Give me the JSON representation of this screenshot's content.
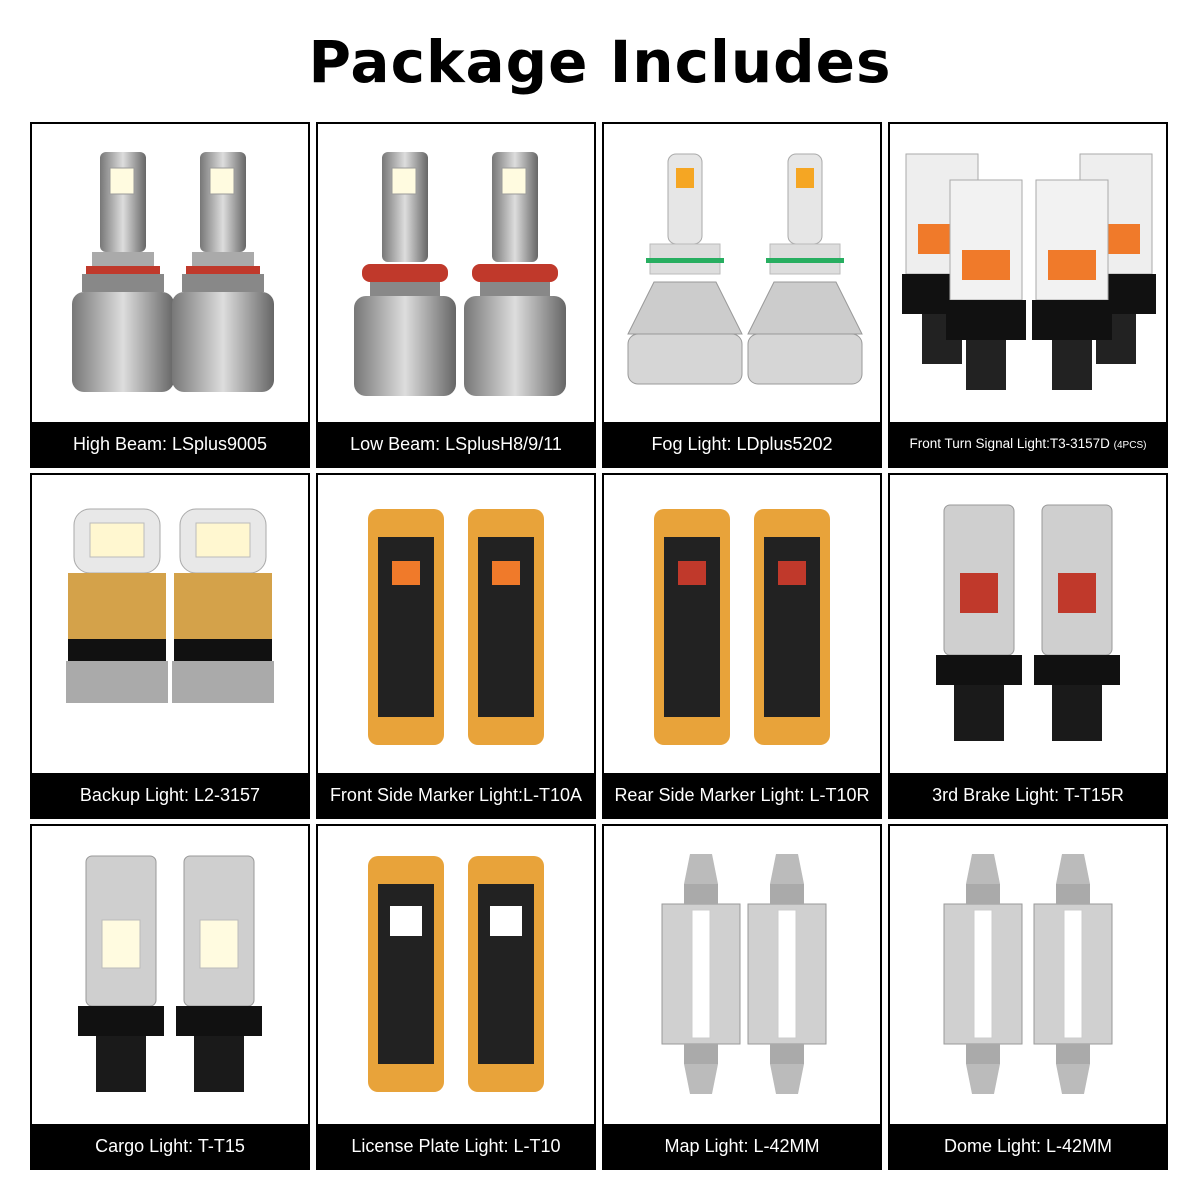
{
  "title": "Package Includes",
  "items": [
    {
      "label": "High Beam: LSplus9005"
    },
    {
      "label": "Low Beam: LSplusH8/9/11"
    },
    {
      "label": "Fog Light: LDplus5202"
    },
    {
      "label": "Front Turn Signal Light:T3-3157D",
      "sub": "(4PCS)"
    },
    {
      "label": "Backup Light: L2-3157"
    },
    {
      "label": "Front Side Marker Light:L-T10A"
    },
    {
      "label": "Rear Side Marker Light: L-T10R"
    },
    {
      "label": "3rd Brake Light: T-T15R"
    },
    {
      "label": "Cargo Light: T-T15"
    },
    {
      "label": "License Plate Light: L-T10"
    },
    {
      "label": "Map Light: L-42MM"
    },
    {
      "label": "Dome Light: L-42MM"
    }
  ],
  "colors": {
    "caption_bg": "#000000",
    "caption_text": "#ffffff",
    "border": "#000000",
    "amber_led": "#f07a2a",
    "red_led": "#c0392b",
    "gold_pcb": "#e8a33a"
  }
}
